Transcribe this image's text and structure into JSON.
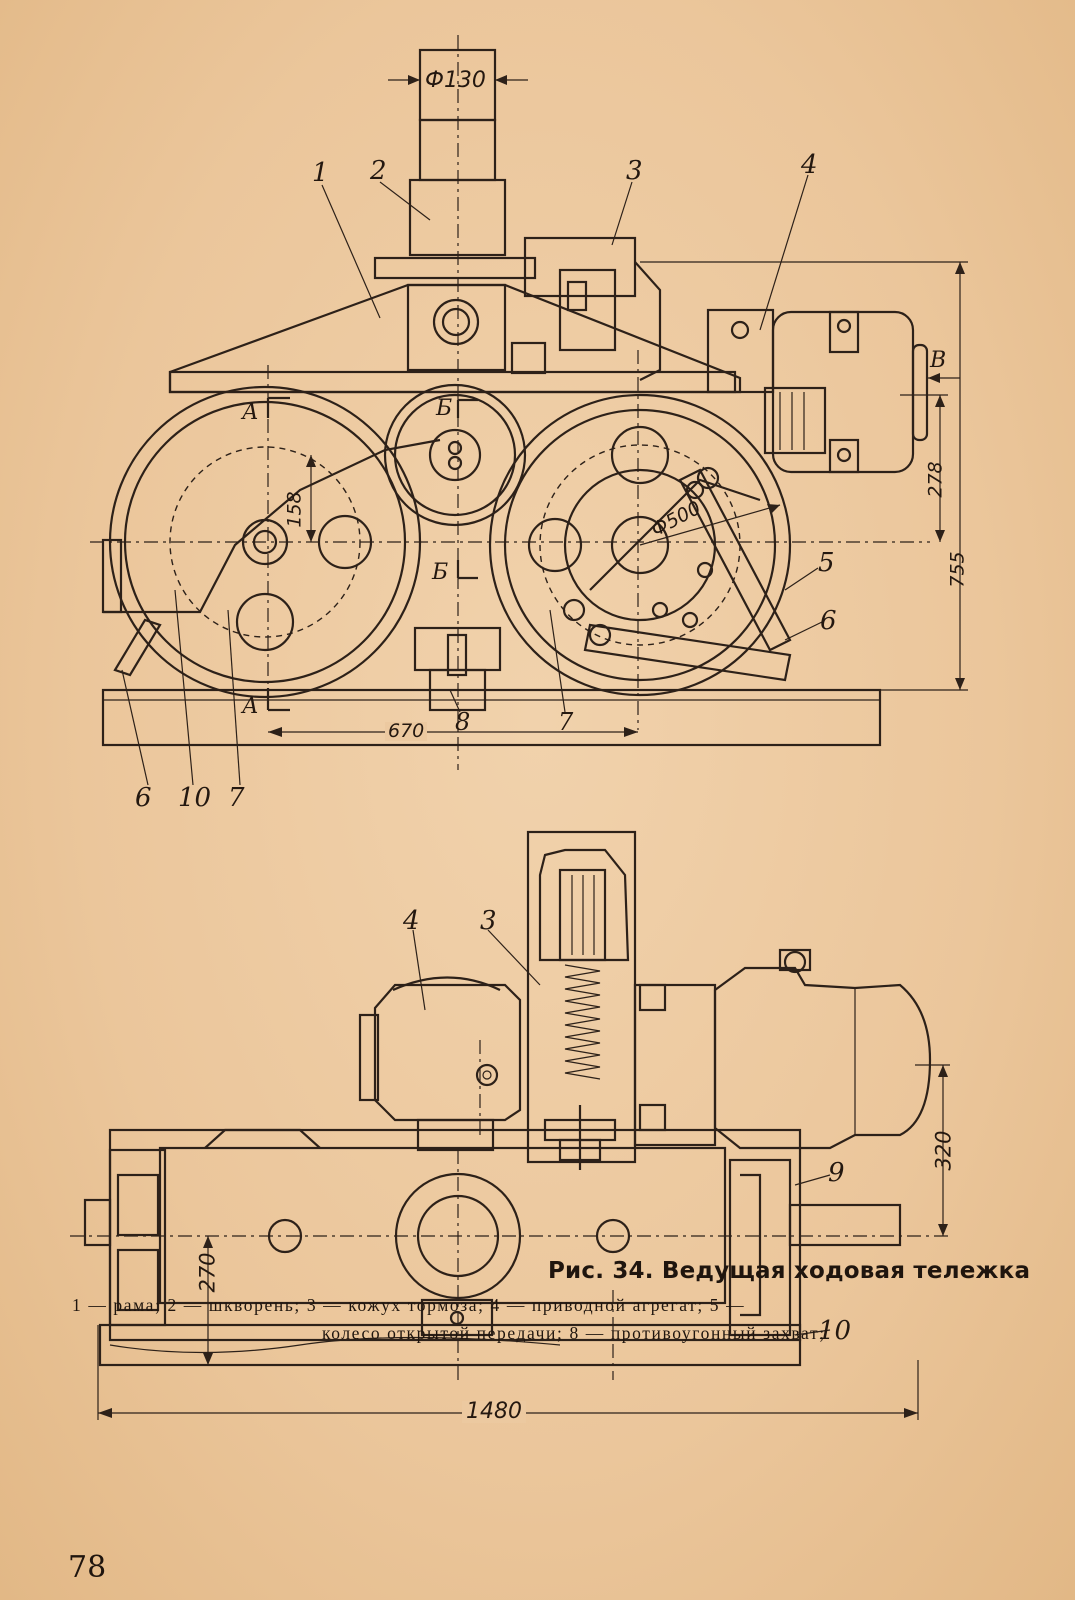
{
  "figure": {
    "caption": "Рис. 34. Ведущая ходовая тележка",
    "legend_line1": "1 — рама; 2 — шкворень; 3 — кожух тормоза; 4 — приводной агрегат; 5 —",
    "legend_line2": "колесо открытой передачи; 8 — противоугонный захват;"
  },
  "page_number": "78",
  "top_view": {
    "dimensions": {
      "pin_diameter": "Ф130",
      "wheel_diameter": "Ф500",
      "offset_158": "158",
      "height_278": "278",
      "height_755": "755",
      "base_670": "670"
    },
    "section_marks": {
      "a_top": "А",
      "a_bottom": "А",
      "b_top": "Б",
      "b_bottom": "Б",
      "view_v": "В"
    },
    "callouts": {
      "c1": "1",
      "c2": "2",
      "c3": "3",
      "c4": "4",
      "c5": "5",
      "c6r": "6",
      "c8": "8",
      "c7c": "7",
      "c6l": "6",
      "c10": "10",
      "c7l": "7"
    }
  },
  "bottom_view": {
    "dimensions": {
      "height_320": "320",
      "width_270": "270",
      "length_1480": "1480"
    },
    "callouts": {
      "c4": "4",
      "c3": "3",
      "c9": "9",
      "c10": "10"
    }
  }
}
